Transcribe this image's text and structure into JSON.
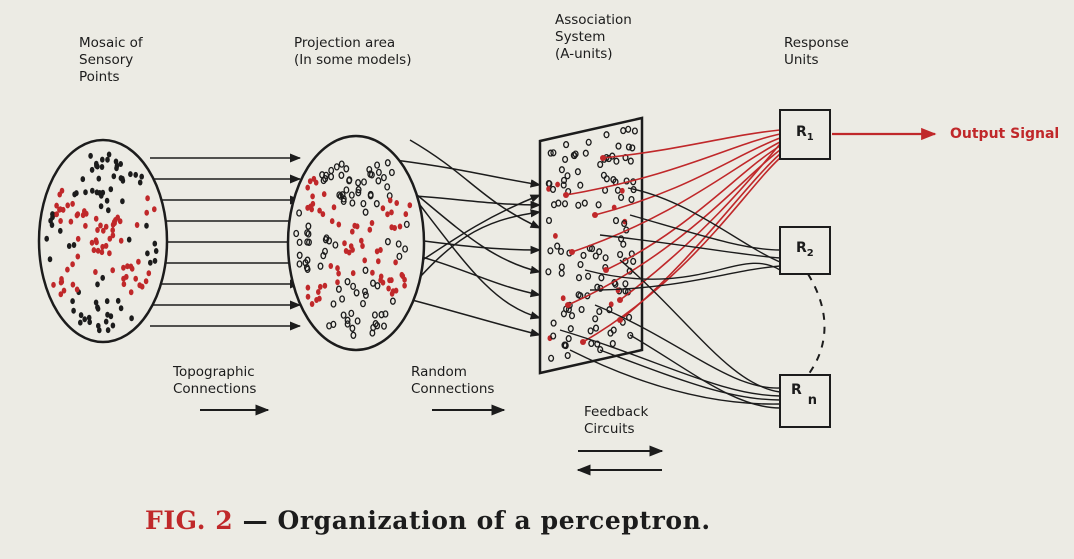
{
  "labels": {
    "mosaic": [
      "Mosaic of",
      "Sensory",
      "Points"
    ],
    "projection": [
      "Projection area",
      "(In some models)"
    ],
    "association": [
      "Association",
      "System",
      "(A-units)"
    ],
    "response": [
      "Response",
      "Units"
    ],
    "topographic": [
      "Topographic",
      "Connections"
    ],
    "random": [
      "Random",
      "Connections"
    ],
    "feedback": [
      "Feedback",
      "Circuits"
    ]
  },
  "response_units": {
    "r1": {
      "main": "R",
      "sub": "1"
    },
    "r2": {
      "main": "R",
      "sub": "2"
    },
    "rn": {
      "main": "R",
      "sub": "n"
    }
  },
  "output_signal": "Output Signal",
  "caption": {
    "fig": "FIG. 2",
    "dash": " — ",
    "text": "Organization of a perceptron."
  },
  "colors": {
    "ink": "#1c1c1c",
    "red": "#c0282a",
    "paper": "#ecebe4"
  }
}
